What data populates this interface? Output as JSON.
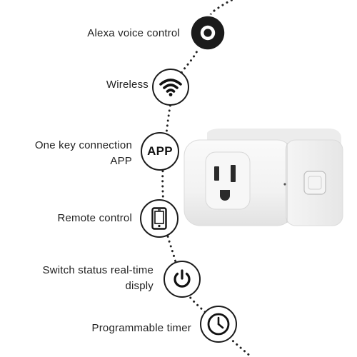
{
  "features": [
    {
      "label_lines": [
        "Alexa voice control"
      ],
      "icon": "alexa-ring-icon"
    },
    {
      "label_lines": [
        "Wireless"
      ],
      "icon": "wifi-icon"
    },
    {
      "label_lines": [
        "One key connection",
        "APP"
      ],
      "icon": "app-icon",
      "icon_text": "APP"
    },
    {
      "label_lines": [
        "Remote control"
      ],
      "icon": "smartphone-icon"
    },
    {
      "label_lines": [
        "Switch status real-time",
        "disply"
      ],
      "icon": "power-icon"
    },
    {
      "label_lines": [
        "Programmable timer"
      ],
      "icon": "clock-icon"
    }
  ],
  "product": {
    "name": "smart-plug",
    "color": "#f4f4f4"
  },
  "colors": {
    "ink": "#1b1b1b",
    "dots": "#222222",
    "plug_shadow": "#d9d9d9"
  }
}
